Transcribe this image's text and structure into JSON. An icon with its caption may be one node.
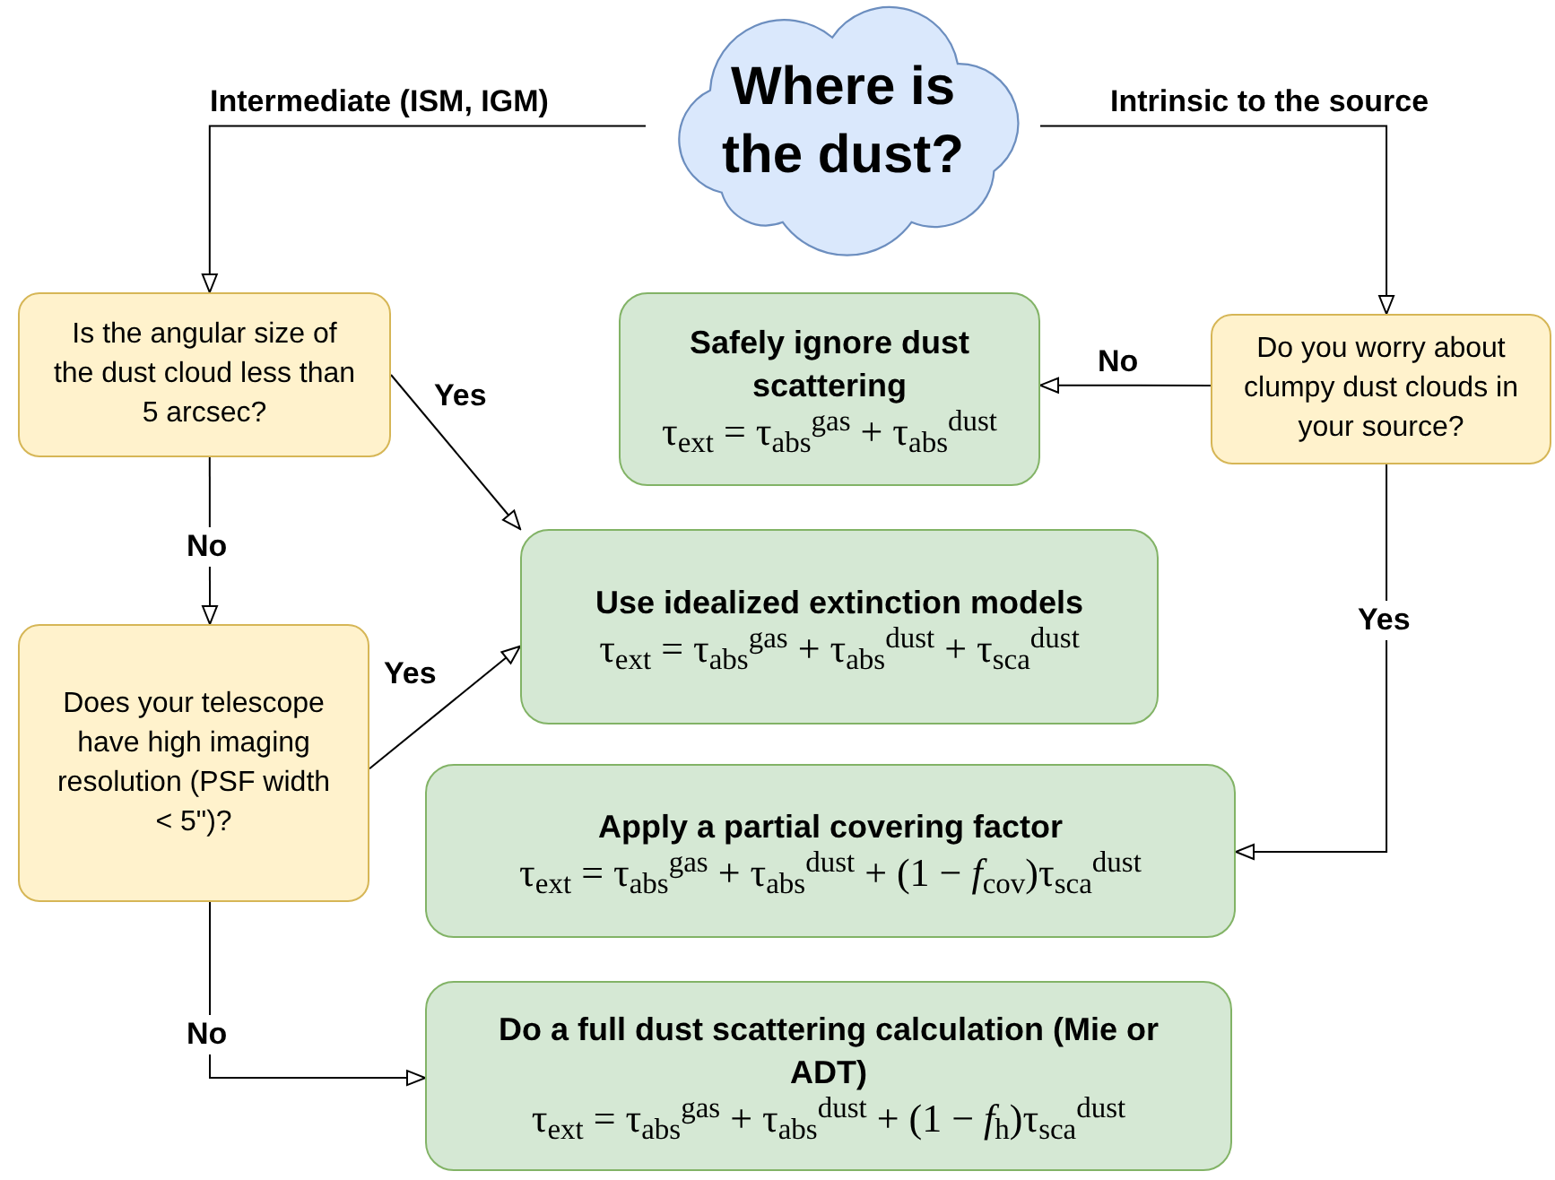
{
  "diagram": {
    "nodes": [
      {
        "text": [
          "Where is the dust?"
        ]
      },
      {
        "text": [
          "Is the angular size of the dust cloud less than 5 arcsec?"
        ]
      },
      {
        "text": [
          "Do you worry about clumpy dust clouds in your source?"
        ]
      },
      {
        "text": [
          "Safely ignore dust scattering",
          "τ$_{ext}$ = τ$_{abs}$$^{gas}$ + τ$_{abs}$$^{dust}$"
        ]
      },
      {
        "text": [
          "Use idealized extinction models",
          "τ$_{ext}$ = τ$_{abs}$$^{gas}$ + τ$_{abs}$$^{dust}$ + τ$_{sca}$$^{dust}$"
        ]
      },
      {
        "text": [
          "Does your telescope have high imaging resolution (PSF width < 5\")?"
        ]
      },
      {
        "text": [
          "Apply a partial covering factor",
          "τ$_{ext}$ = τ$_{abs}$$^{gas}$ + τ$_{abs}$$^{dust}$ + (1 − *f*$_{cov}$)τ$_{sca}$$^{dust}$"
        ]
      },
      {
        "text": [
          "Do a full dust scattering calculation (Mie or ADT)",
          "τ$_{ext}$ = τ$_{abs}$$^{gas}$ + τ$_{abs}$$^{dust}$ + (1 − *f*$_{h}$)τ$_{sca}$$^{dust}$"
        ]
      }
    ],
    "edges": [
      {
        "from": 0,
        "to": 1,
        "arrow": "to",
        "label": "Intermediate (ISM, IGM)"
      },
      {
        "from": 0,
        "to": 2,
        "arrow": "to",
        "label": "Intrinsic to the source"
      },
      {
        "from": 2,
        "to": 3,
        "arrow": "to",
        "label": "No"
      },
      {
        "from": 1,
        "to": 4,
        "arrow": "to",
        "label": "Yes"
      },
      {
        "from": 1,
        "to": 5,
        "arrow": "to",
        "label": "No"
      },
      {
        "from": 5,
        "to": 4,
        "arrow": "to",
        "label": "Yes"
      },
      {
        "from": 2,
        "to": 6,
        "arrow": "to",
        "label": "Yes"
      },
      {
        "from": 5,
        "to": 7,
        "arrow": "to",
        "label": "No"
      }
    ]
  }
}
